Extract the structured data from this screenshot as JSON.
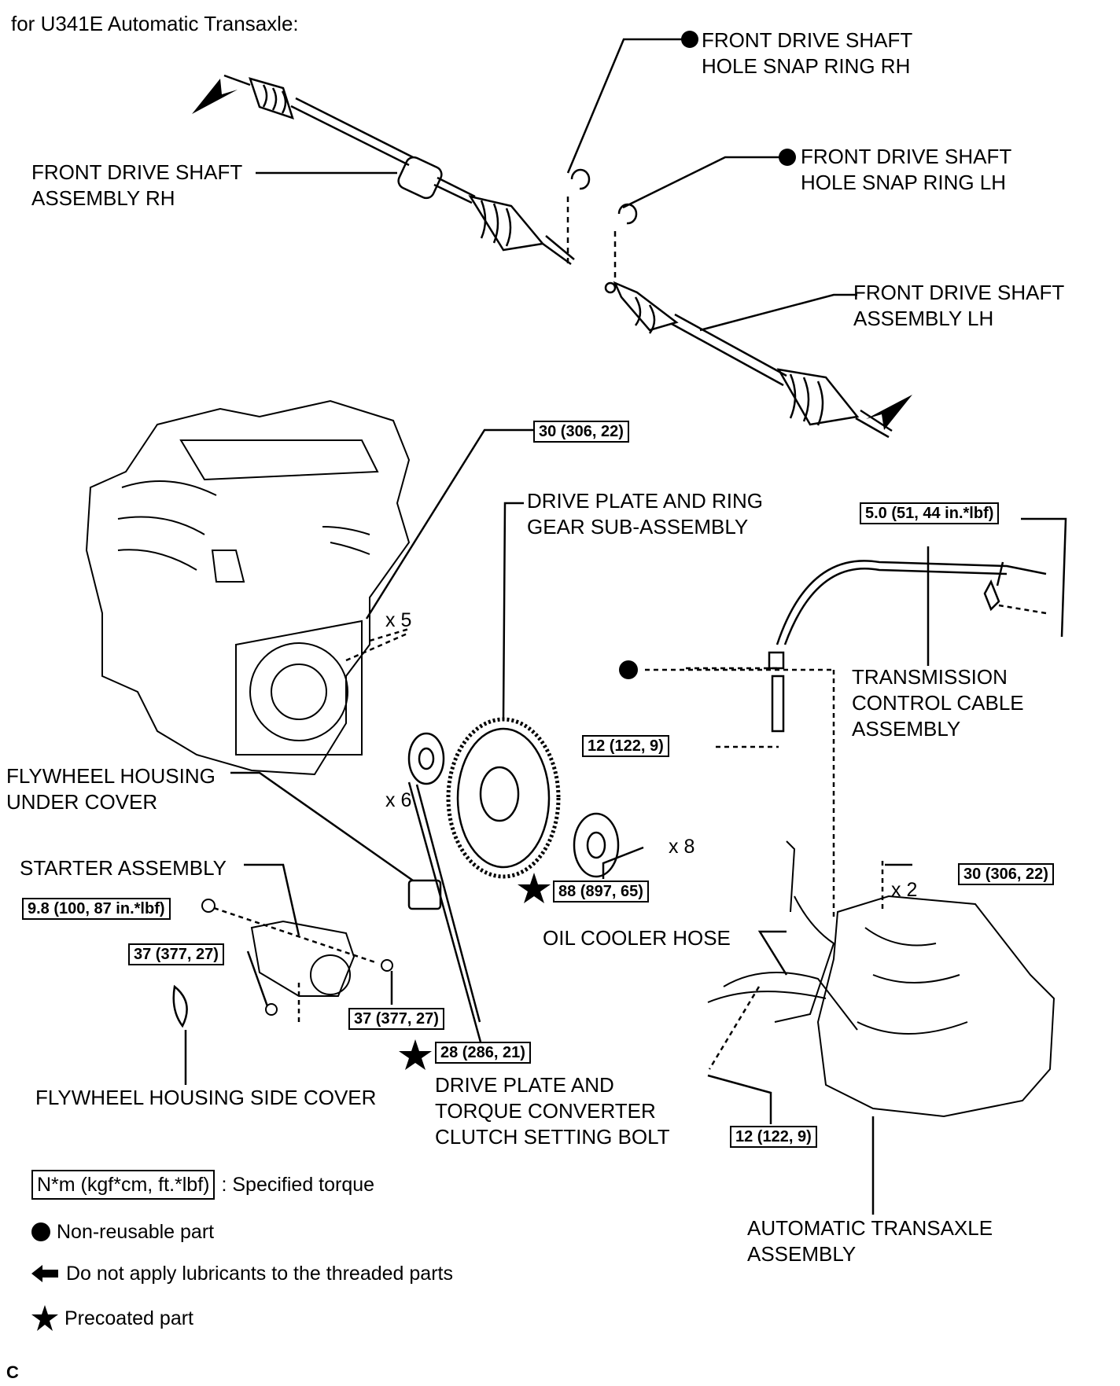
{
  "title": "for U341E Automatic Transaxle:",
  "parts": {
    "fds_rh": [
      "FRONT DRIVE SHAFT",
      "ASSEMBLY RH"
    ],
    "snap_rh": [
      "FRONT DRIVE SHAFT",
      "HOLE SNAP RING RH"
    ],
    "snap_lh": [
      "FRONT DRIVE SHAFT",
      "HOLE SNAP RING LH"
    ],
    "fds_lh": [
      "FRONT DRIVE SHAFT",
      "ASSEMBLY LH"
    ],
    "drive_plate": [
      "DRIVE PLATE AND RING",
      "GEAR SUB-ASSEMBLY"
    ],
    "tcc": [
      "TRANSMISSION",
      "CONTROL CABLE",
      "ASSEMBLY"
    ],
    "fhuc": [
      "FLYWHEEL HOUSING",
      "UNDER COVER"
    ],
    "starter": "STARTER ASSEMBLY",
    "oil_cooler": "OIL COOLER HOSE",
    "fhsc": "FLYWHEEL HOUSING SIDE COVER",
    "setting_bolt": [
      "DRIVE PLATE AND",
      "TORQUE CONVERTER",
      "CLUTCH SETTING BOLT"
    ],
    "transaxle": [
      "AUTOMATIC TRANSAXLE",
      "ASSEMBLY"
    ]
  },
  "torques": {
    "t_engine_bolt": "30 (306, 22)",
    "t_cable_bracket": "5.0 (51, 44 in.*lbf)",
    "t_cable_nut": "12 (122, 9)",
    "t_drive_plate": "88 (897, 65)",
    "t_trans_bolt": "30 (306, 22)",
    "t_starter_nut": "9.8 (100, 87 in.*lbf)",
    "t_starter_bolt1": "37 (377, 27)",
    "t_starter_bolt2": "37 (377, 27)",
    "t_setting_bolt": "28 (286, 21)",
    "t_hose_bolt": "12 (122, 9)"
  },
  "quantities": {
    "q5": "x 5",
    "q6": "x 6",
    "q8": "x 8",
    "q2": "x 2"
  },
  "legend": {
    "torque_box": "N*m (kgf*cm, ft.*lbf)",
    "torque_text": ": Specified torque",
    "nonreusable": "Non-reusable part",
    "no_lube": "Do not apply lubricants to the threaded parts",
    "precoated": "Precoated part"
  },
  "corner_mark": "C",
  "icons": [
    "non-reusable-dot-icon",
    "no-lubricant-arrow-icon",
    "precoated-star-icon"
  ]
}
